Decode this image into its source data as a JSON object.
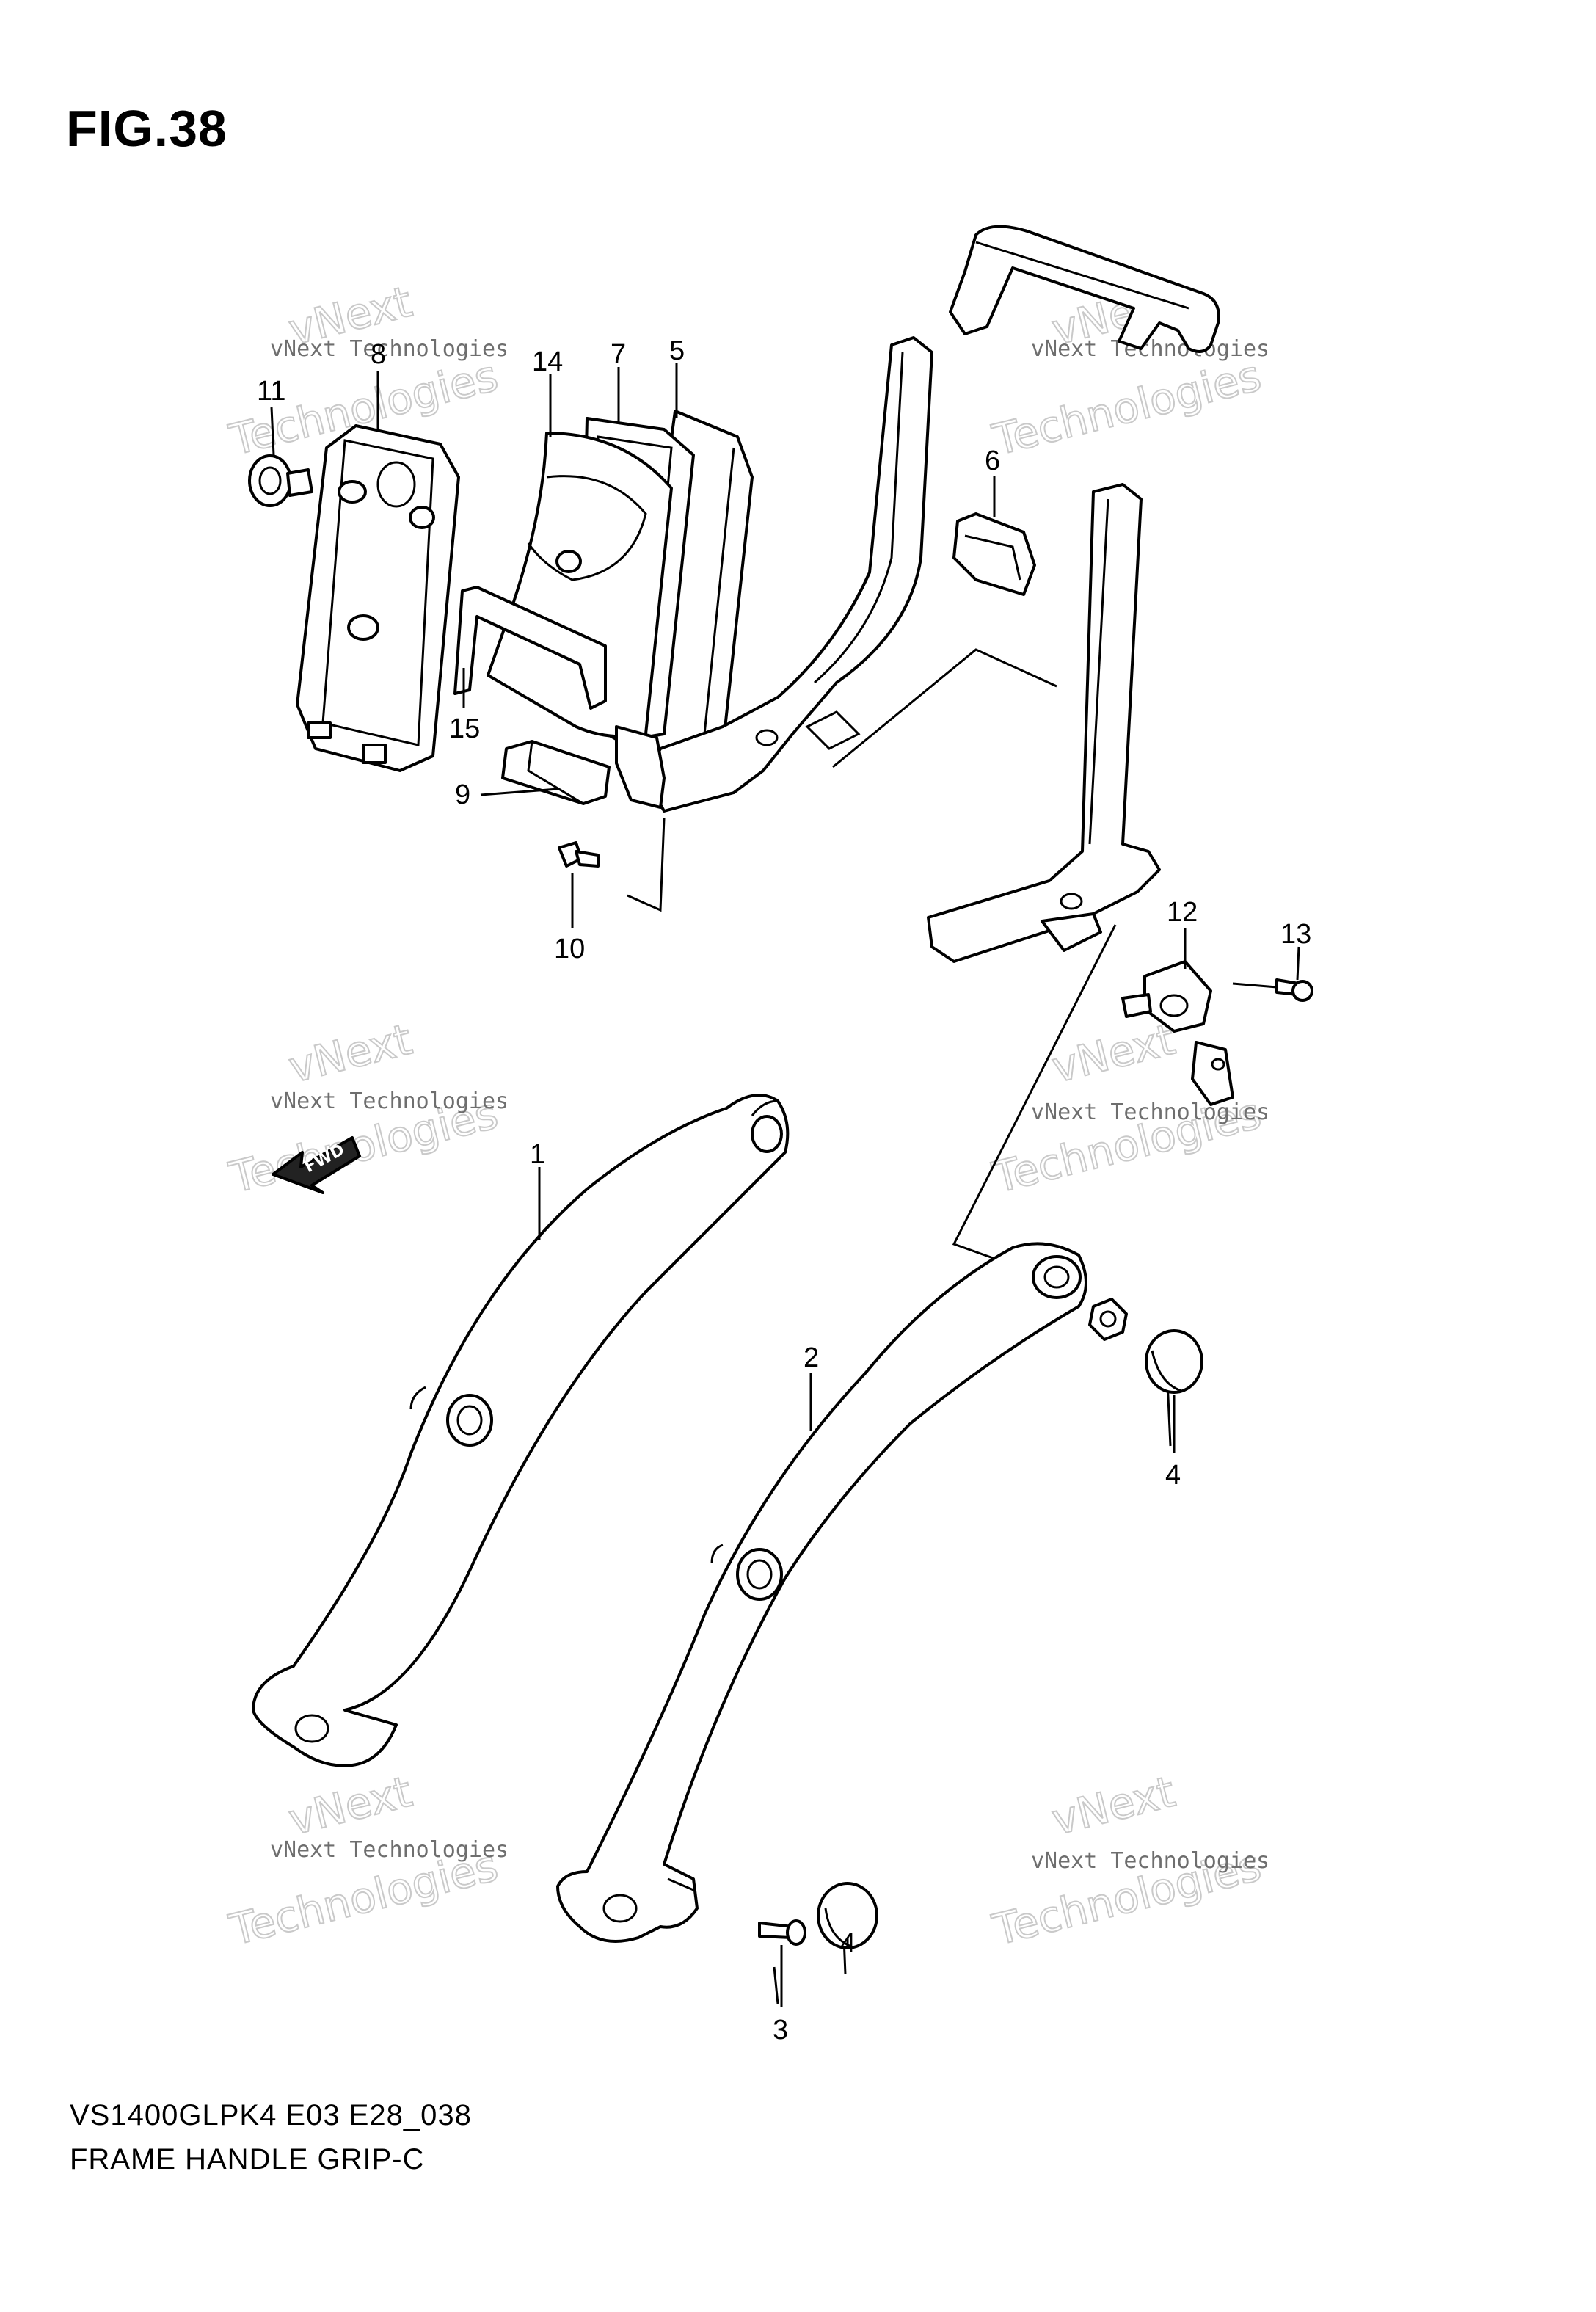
{
  "figure": {
    "title": "FIG.38"
  },
  "callouts": {
    "c1": "1",
    "c2": "2",
    "c3": "3",
    "c4a": "4",
    "c4b": "4",
    "c5": "5",
    "c6": "6",
    "c7": "7",
    "c8": "8",
    "c9": "9",
    "c10": "10",
    "c11": "11",
    "c12": "12",
    "c13": "13",
    "c14": "14",
    "c15": "15"
  },
  "watermark": {
    "line1": "vNext Technologies",
    "line2": "Technologies",
    "line3": "vNext"
  },
  "fwd_label": "FWD",
  "footer": {
    "model_code": "VS1400GLPK4 E03 E28_038",
    "section_name": "FRAME HANDLE GRIP-C"
  }
}
